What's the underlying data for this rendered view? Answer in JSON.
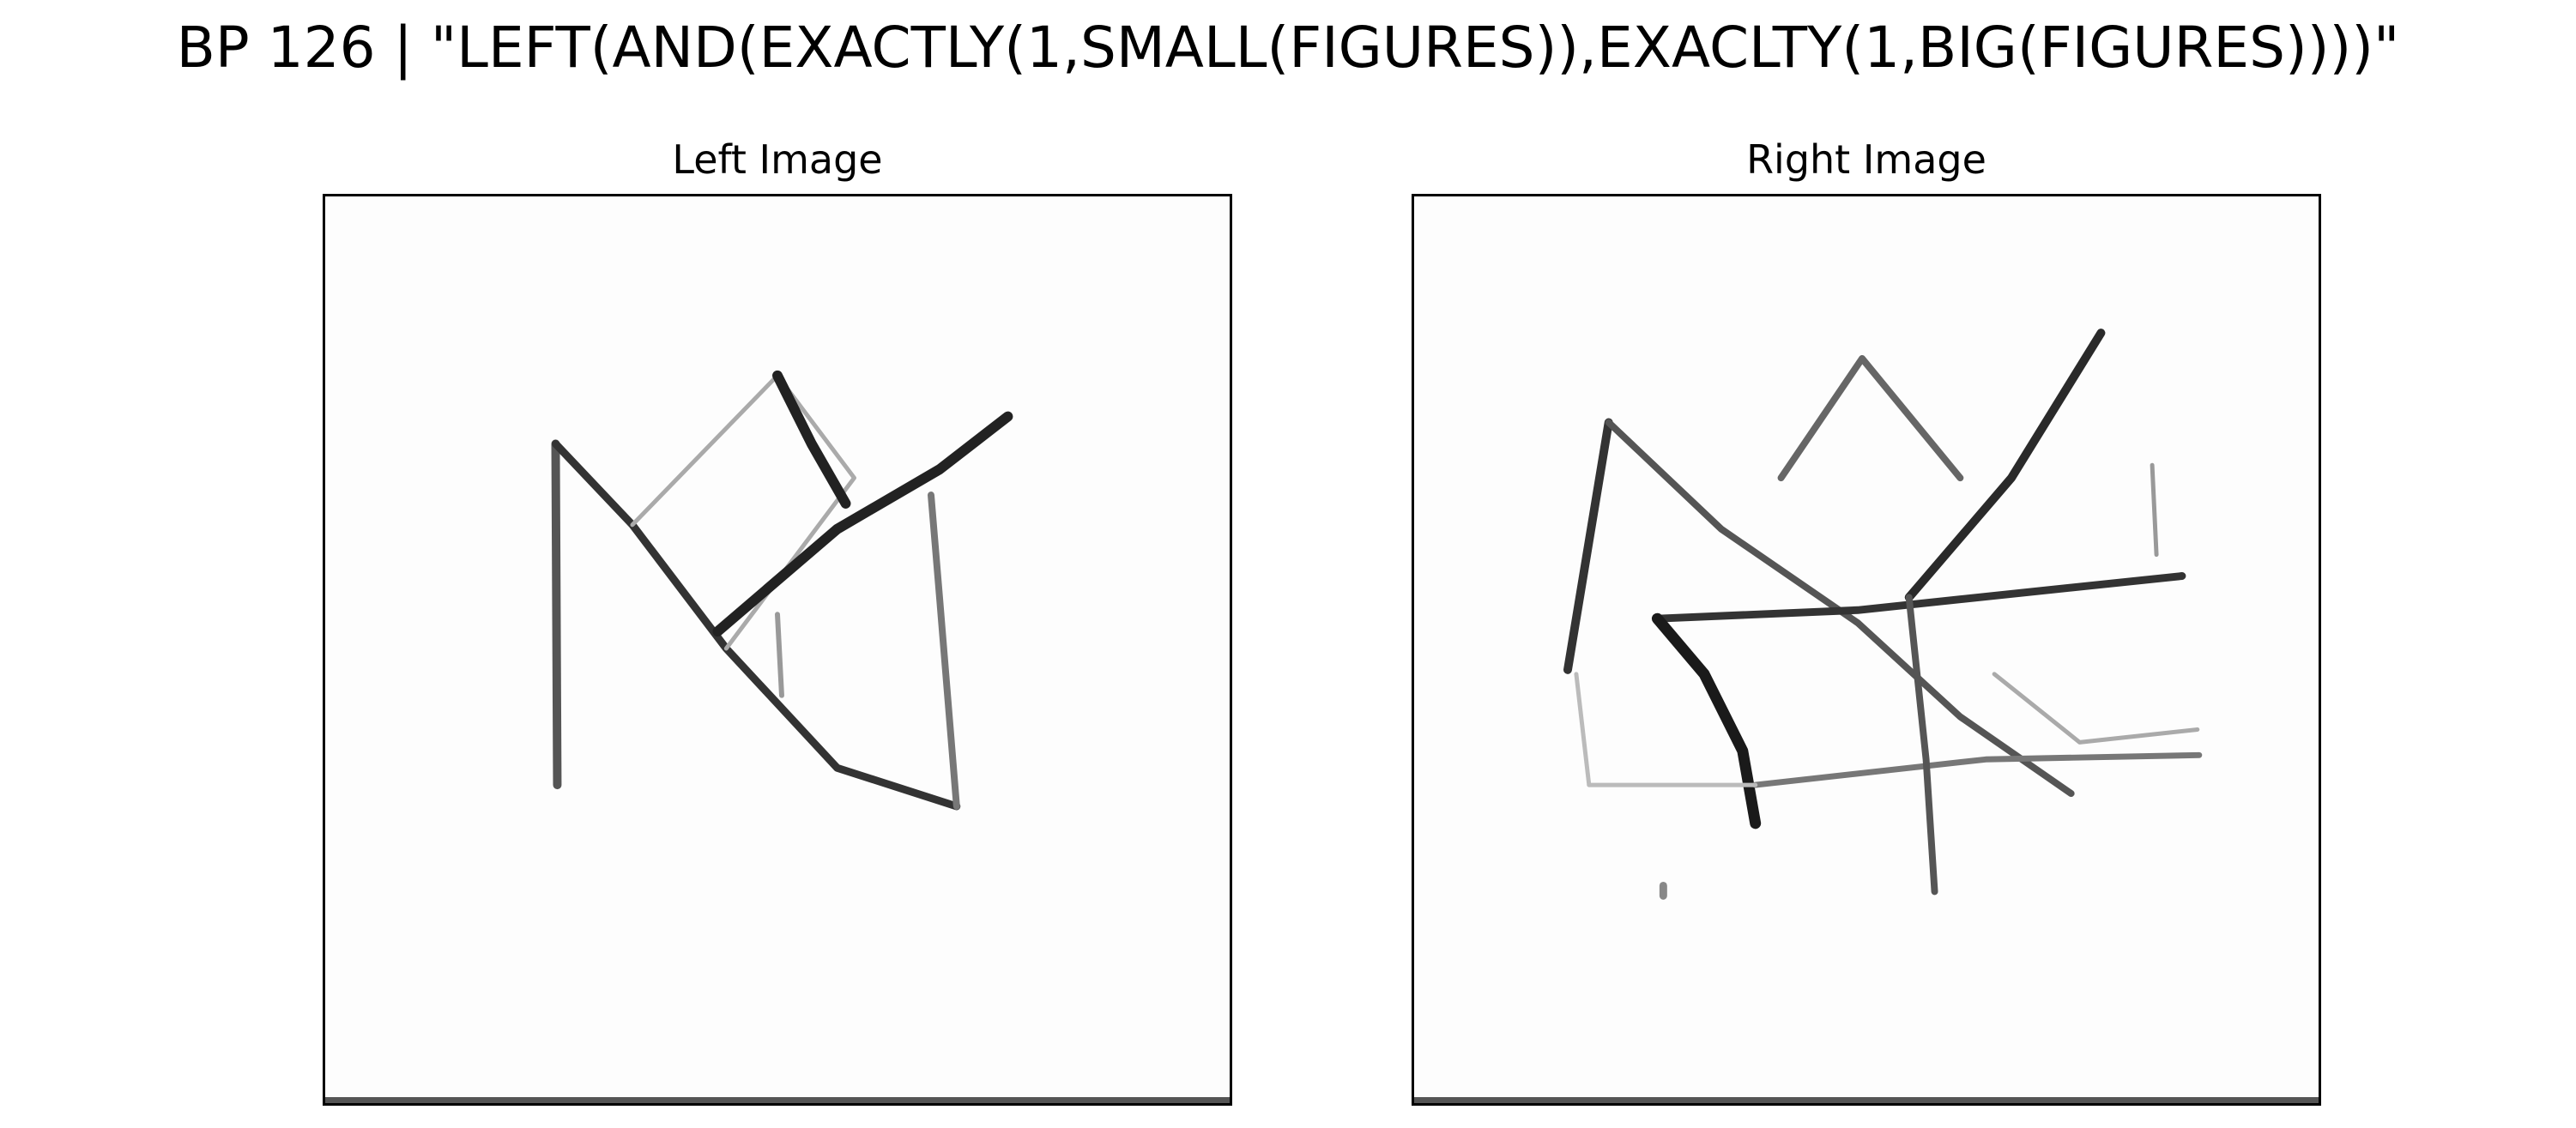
{
  "figure": {
    "title": "BP 126 | \"LEFT(AND(EXACTLY(1,SMALL(FIGURES)),EXACLTY(1,BIG(FIGURES))))\""
  },
  "left_panel": {
    "title": "Left Image"
  },
  "right_panel": {
    "title": "Right Image"
  },
  "colors": {
    "stroke_dark": "#1a1a1a",
    "stroke_mid": "#555555",
    "stroke_light": "#999999",
    "background": "#fdfdfd"
  }
}
